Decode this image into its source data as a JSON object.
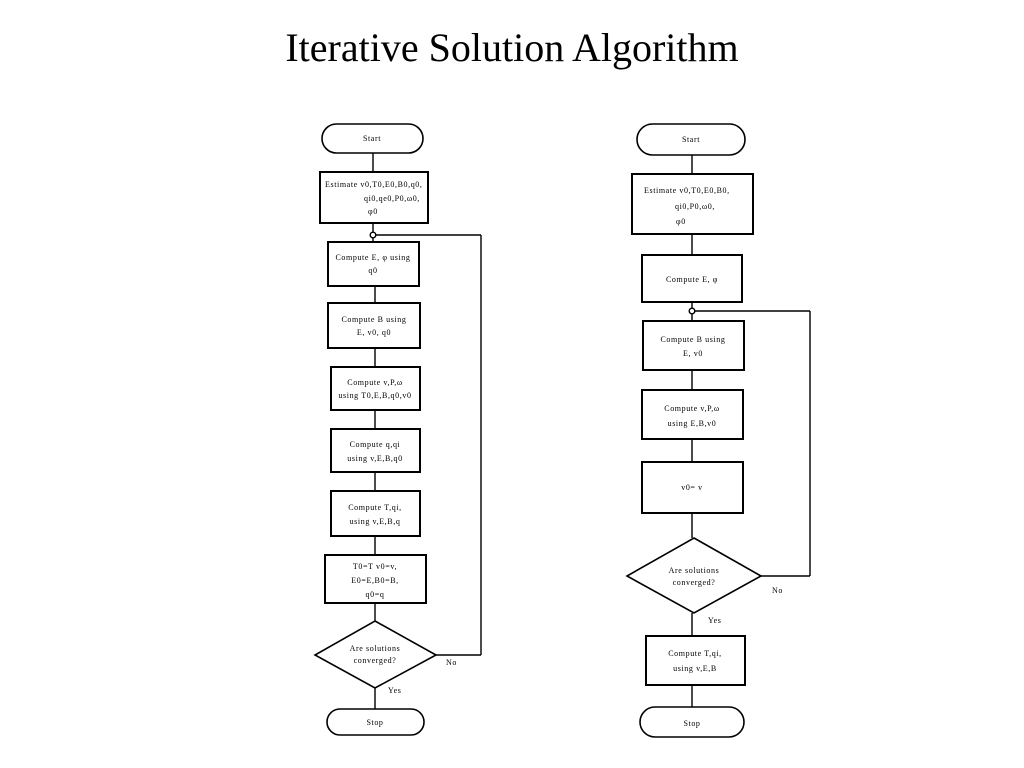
{
  "title": "Iterative Solution Algorithm",
  "left_flow": {
    "start": "Start",
    "estimate": [
      "Estimate v0,T0,E0,B0,q0,",
      "qi0,qe0,P0,ω0,",
      "φ0"
    ],
    "compute_e_phi": [
      "Compute  E, φ using",
      "q0"
    ],
    "compute_b": [
      "Compute B using",
      "E, v0, q0"
    ],
    "compute_v_p_omega": [
      "Compute  v,P,ω",
      "using T0,E,B,q0,v0"
    ],
    "compute_q": [
      "Compute q,qi",
      "using v,E,B,q0"
    ],
    "compute_t": [
      "Compute T,qi,",
      "using v,E,B,q"
    ],
    "update": [
      "T0=T  v0=v,",
      "E0=E,B0=B,",
      "q0=q"
    ],
    "decision": [
      "Are solutions",
      "converged?"
    ],
    "no": "No",
    "yes": "Yes",
    "stop": "Stop"
  },
  "right_flow": {
    "start": "Start",
    "estimate": [
      "Estimate v0,T0,E0,B0,",
      "qi0,P0,ω0,",
      "φ0"
    ],
    "compute_e_phi": "Compute  E, φ",
    "compute_b": [
      "Compute B using",
      "E, v0"
    ],
    "compute_v_p_omega": [
      "Compute  v,P,ω",
      "using E,B,v0"
    ],
    "update": "v0= v",
    "decision": [
      "Are solutions",
      "converged?"
    ],
    "no": "No",
    "yes": "Yes",
    "compute_t": [
      "Compute T,qi,",
      "using v,E,B"
    ],
    "stop": "Stop"
  }
}
